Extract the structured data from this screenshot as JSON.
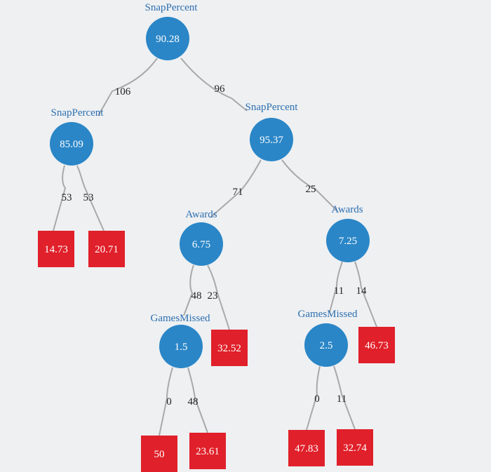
{
  "colors": {
    "background": "#eef0f2",
    "split_node": "#2a86c7",
    "leaf_node": "#e0202a",
    "edge": "#a9a9a9",
    "feature_label": "#2d6fb0",
    "edge_label": "#222222",
    "node_text": "#ffffff"
  },
  "tree": {
    "nodes": [
      {
        "id": "root",
        "feature": "SnapPercent",
        "value": "90.28"
      },
      {
        "id": "n_left",
        "feature": "SnapPercent",
        "value": "85.09"
      },
      {
        "id": "n_right",
        "feature": "SnapPercent",
        "value": "95.37"
      },
      {
        "id": "n_awards_a",
        "feature": "Awards",
        "value": "6.75"
      },
      {
        "id": "n_awards_b",
        "feature": "Awards",
        "value": "7.25"
      },
      {
        "id": "n_games_a",
        "feature": "GamesMissed",
        "value": "1.5"
      },
      {
        "id": "n_games_b",
        "feature": "GamesMissed",
        "value": "2.5"
      }
    ],
    "leaves": [
      {
        "id": "leaf_1",
        "value": "14.73"
      },
      {
        "id": "leaf_2",
        "value": "20.71"
      },
      {
        "id": "leaf_3",
        "value": "32.52"
      },
      {
        "id": "leaf_4",
        "value": "46.73"
      },
      {
        "id": "leaf_5",
        "value": "50"
      },
      {
        "id": "leaf_6",
        "value": "23.61"
      },
      {
        "id": "leaf_7",
        "value": "47.83"
      },
      {
        "id": "leaf_8",
        "value": "32.74"
      }
    ],
    "edges": [
      {
        "from": "root",
        "to": "n_left",
        "label": "106"
      },
      {
        "from": "root",
        "to": "n_right",
        "label": "96"
      },
      {
        "from": "n_left",
        "to": "leaf_1",
        "label": "53"
      },
      {
        "from": "n_left",
        "to": "leaf_2",
        "label": "53"
      },
      {
        "from": "n_right",
        "to": "n_awards_a",
        "label": "71"
      },
      {
        "from": "n_right",
        "to": "n_awards_b",
        "label": "25"
      },
      {
        "from": "n_awards_a",
        "to": "n_games_a",
        "label": "48"
      },
      {
        "from": "n_awards_a",
        "to": "leaf_3",
        "label": "23"
      },
      {
        "from": "n_awards_b",
        "to": "n_games_b",
        "label": "11"
      },
      {
        "from": "n_awards_b",
        "to": "leaf_4",
        "label": "14"
      },
      {
        "from": "n_games_a",
        "to": "leaf_5",
        "label": "0"
      },
      {
        "from": "n_games_a",
        "to": "leaf_6",
        "label": "48"
      },
      {
        "from": "n_games_b",
        "to": "leaf_7",
        "label": "0"
      },
      {
        "from": "n_games_b",
        "to": "leaf_8",
        "label": "11"
      }
    ]
  }
}
